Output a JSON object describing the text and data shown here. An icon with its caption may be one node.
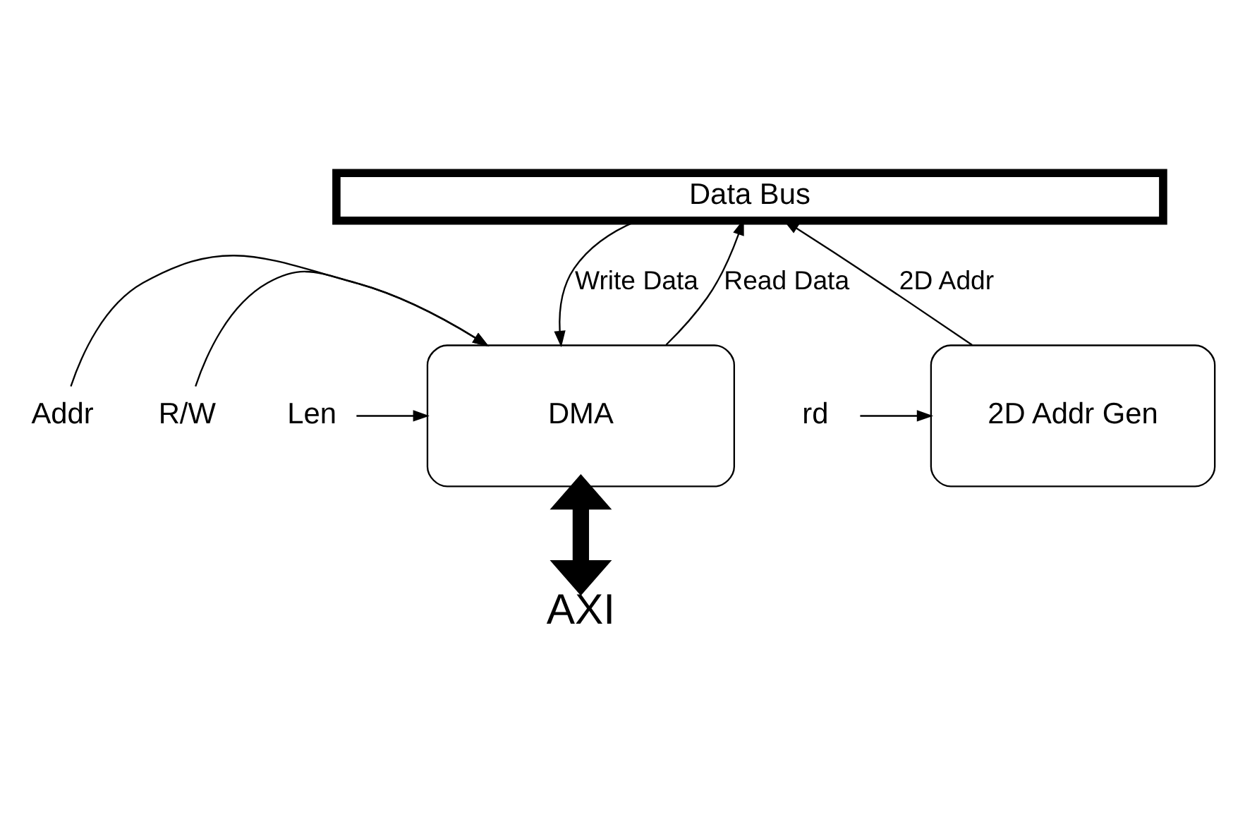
{
  "diagram": {
    "nodes": [
      {
        "text": [
          "Data Bus"
        ]
      },
      {
        "text": [
          "DMA"
        ]
      },
      {
        "text": [
          "2D Addr Gen"
        ]
      },
      {
        "text": [
          "Addr"
        ]
      },
      {
        "text": [
          "R/W"
        ]
      },
      {
        "text": [
          "Len"
        ]
      },
      {
        "text": [
          "rd"
        ]
      },
      {
        "text": [
          "AXI"
        ]
      }
    ],
    "edges": [
      {
        "from": 1,
        "to": 0,
        "arrow": "to",
        "label": "Read Data"
      },
      {
        "from": 0,
        "to": 1,
        "arrow": "to",
        "label": "Write Data"
      },
      {
        "from": 2,
        "to": 0,
        "arrow": "to",
        "label": "2D Addr"
      },
      {
        "from": 3,
        "to": 1,
        "arrow": "to"
      },
      {
        "from": 4,
        "to": 1,
        "arrow": "to"
      },
      {
        "from": 5,
        "to": 1,
        "arrow": "to"
      },
      {
        "from": 6,
        "to": 2,
        "arrow": "to"
      },
      {
        "from": 1,
        "to": 7,
        "arrow": "both",
        "style": "thick"
      }
    ]
  }
}
